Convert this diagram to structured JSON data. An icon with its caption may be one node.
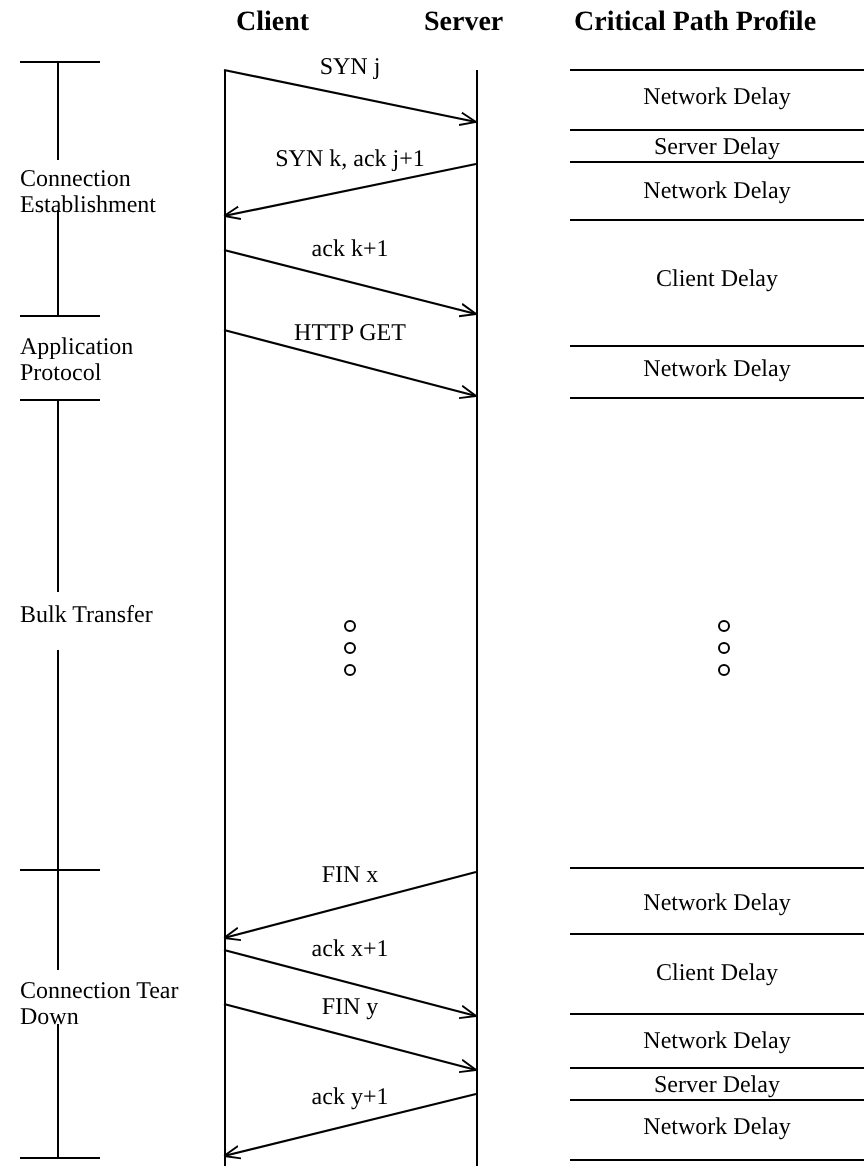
{
  "diagram": {
    "nodes": [
      {
        "text": [
          "Client"
        ]
      },
      {
        "text": [
          "Server"
        ]
      }
    ],
    "edges": [
      {
        "from": 0,
        "to": 1,
        "arrow": "to",
        "label": "SYN j"
      },
      {
        "from": 1,
        "to": 0,
        "arrow": "to",
        "label": "SYN k, ack j+1"
      },
      {
        "from": 0,
        "to": 1,
        "arrow": "to",
        "label": "ack k+1"
      },
      {
        "from": 0,
        "to": 1,
        "arrow": "to",
        "label": "HTTP GET"
      },
      {
        "from": 1,
        "to": 0,
        "arrow": "to",
        "label": "FIN x"
      },
      {
        "from": 0,
        "to": 1,
        "arrow": "to",
        "label": "ack x+1"
      },
      {
        "from": 0,
        "to": 1,
        "arrow": "to",
        "label": "FIN y"
      },
      {
        "from": 1,
        "to": 0,
        "arrow": "to",
        "label": "ack y+1"
      }
    ],
    "labels": [
      "Critical Path Profile",
      "Network Delay",
      "Server Delay",
      "Connection Establishment",
      "Network Delay",
      "Client Delay",
      "Application Protocol",
      "Network Delay",
      "Bulk Transfer",
      "Network Delay",
      "Client Delay",
      "Connection Tear Down",
      "Network Delay",
      "Server Delay",
      "Network Delay"
    ]
  }
}
